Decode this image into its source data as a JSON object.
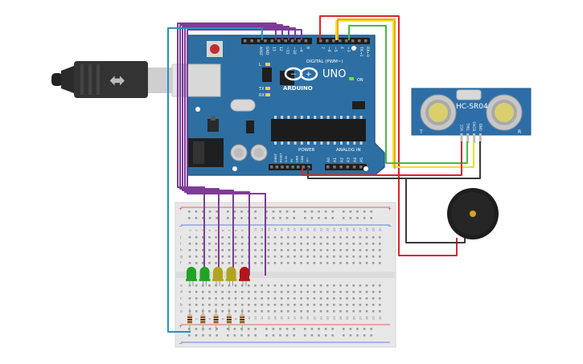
{
  "arduino": {
    "brand": "ARDUINO",
    "model": "UNO",
    "digital_label": "DIGITAL (PWM~)",
    "power_label": "POWER",
    "analog_label": "ANALOG IN",
    "on_label": "ON",
    "tx_label": "TX",
    "rx_label": "RX",
    "l_label": "L",
    "top_pins": [
      "AREF",
      "GND",
      "13",
      "12",
      "~11",
      "~10",
      "~9",
      "8",
      "7",
      "~6",
      "~5",
      "4",
      "~3",
      "2",
      "TX→1",
      "RX←0"
    ],
    "power_pins": [
      "IOREF",
      "RESET",
      "3.3V",
      "5V",
      "GND",
      "GND",
      "Vin"
    ],
    "analog_pins": [
      "A0",
      "A1",
      "A2",
      "A3",
      "A4",
      "A5"
    ]
  },
  "sensor": {
    "model": "HC-SR04",
    "pins": [
      "VCC",
      "TRIG",
      "ECHO",
      "GND"
    ],
    "t_label": "T",
    "r_label": "R"
  },
  "breadboard": {
    "column_numbers": [
      "1",
      "2",
      "3",
      "4",
      "5",
      "6",
      "7",
      "8",
      "9",
      "10",
      "11",
      "12",
      "13",
      "14",
      "15",
      "16",
      "17",
      "18",
      "19",
      "20",
      "21",
      "22",
      "23",
      "24",
      "25",
      "26",
      "27",
      "28",
      "29",
      "30"
    ],
    "row_letters_top": [
      "j",
      "i",
      "h",
      "g",
      "f"
    ],
    "row_letters_bottom": [
      "e",
      "d",
      "c",
      "b",
      "a"
    ]
  },
  "leds": [
    {
      "color": "#22a323"
    },
    {
      "color": "#22a323"
    },
    {
      "color": "#b3a41c"
    },
    {
      "color": "#b3a41c"
    },
    {
      "color": "#b0161b"
    }
  ],
  "wire_colors": {
    "purple": "#7d3c98",
    "blue": "#2a8fbd",
    "red": "#d8262a",
    "orange": "#f2a818",
    "yellow": "#ece126",
    "green": "#48b843",
    "black": "#3a3a3a"
  }
}
